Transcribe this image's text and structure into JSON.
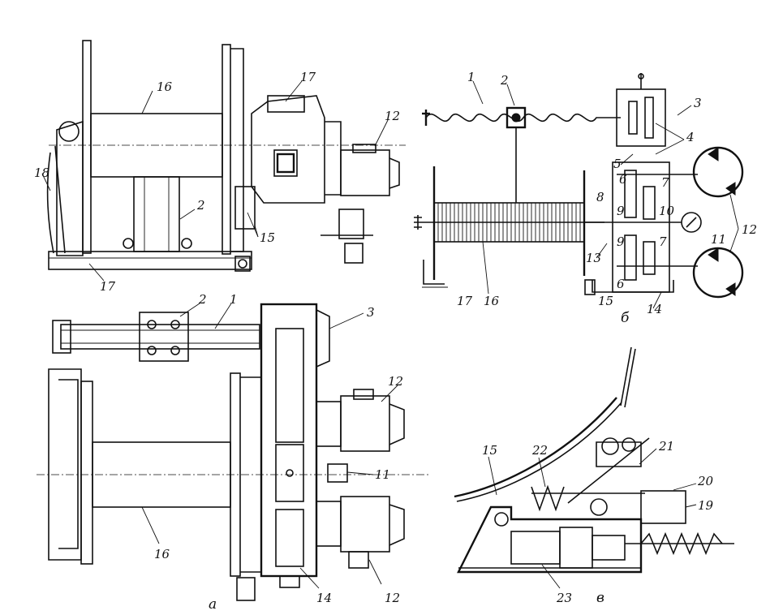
{
  "labels": {
    "a": {
      "top": [
        "16",
        "17",
        "12",
        "18",
        "2",
        "15",
        "17"
      ],
      "plan": [
        "2",
        "1",
        "3",
        "12",
        "11",
        "16",
        "12",
        "14"
      ],
      "caption": "а"
    },
    "b": {
      "items": [
        "1",
        "2",
        "3",
        "4",
        "5",
        "6",
        "7",
        "8",
        "9",
        "10",
        "11",
        "12",
        "6",
        "9",
        "7",
        "13",
        "16",
        "17",
        "15",
        "14"
      ],
      "caption": "б"
    },
    "c": {
      "items": [
        "15",
        "22",
        "21",
        "20",
        "19",
        "23"
      ],
      "caption": "в"
    }
  },
  "icons": [
    "gear-pair-symbol",
    "hydraulic-motor-symbol",
    "pressure-gauge-symbol",
    "spring-symbol",
    "brake-band-symbol"
  ]
}
